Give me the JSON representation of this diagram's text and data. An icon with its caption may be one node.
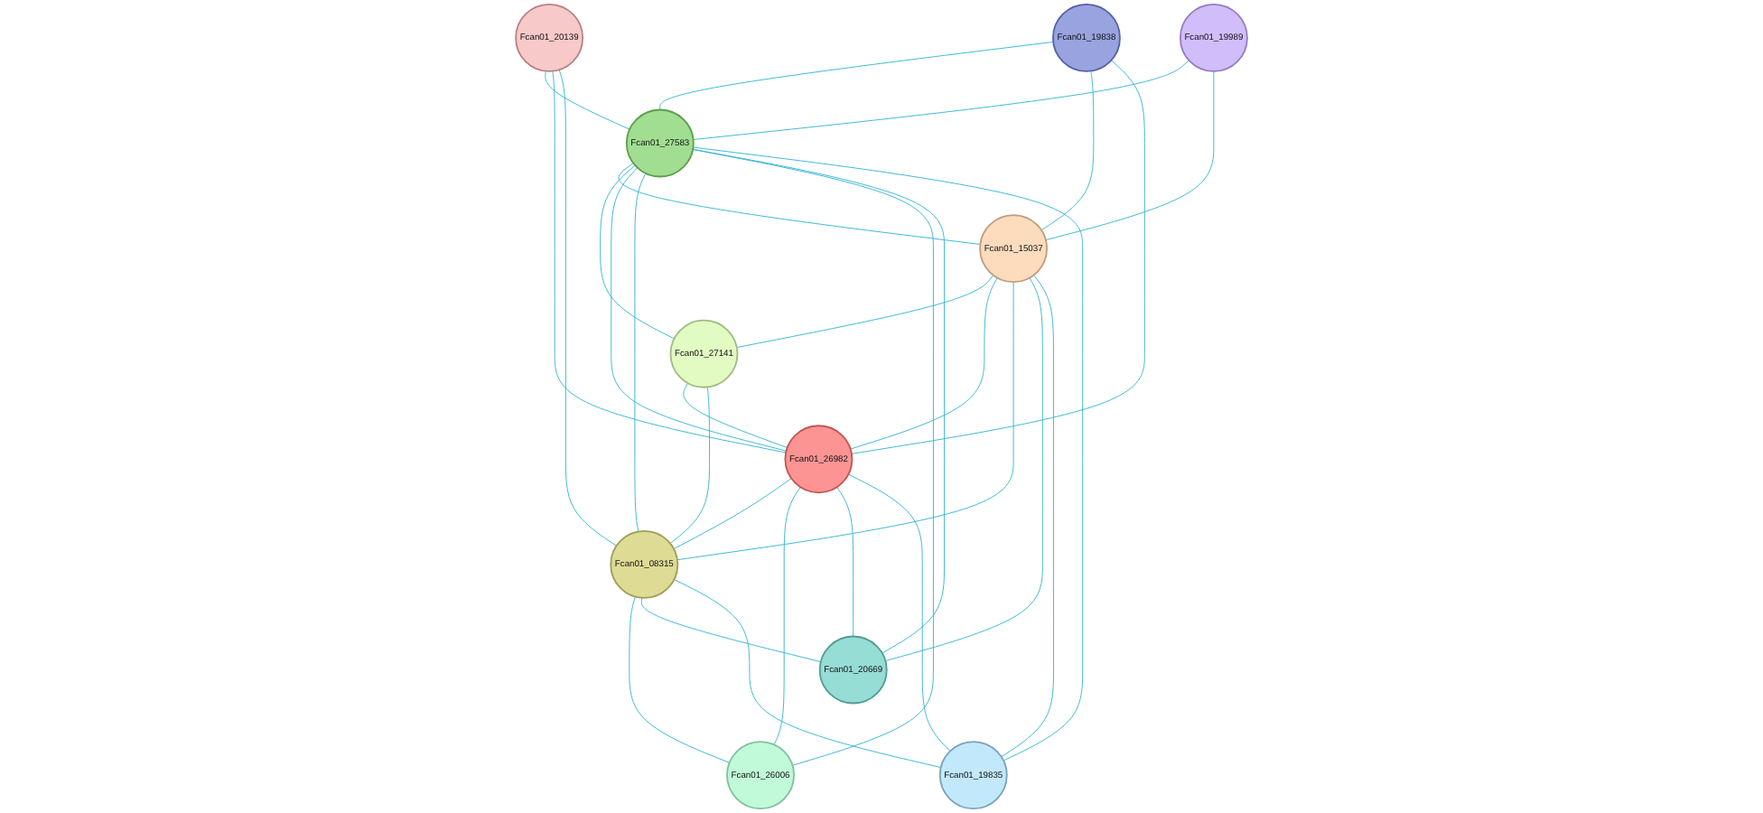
{
  "diagram": {
    "nodes": [
      {
        "text": [
          "Fcan01_19838"
        ]
      },
      {
        "text": [
          "Fcan01_19989"
        ]
      },
      {
        "text": [
          "Fcan01_20139"
        ]
      },
      {
        "text": [
          "Fcan01_27583"
        ]
      },
      {
        "text": [
          "Fcan01_15037"
        ]
      },
      {
        "text": [
          "Fcan01_27141"
        ]
      },
      {
        "text": [
          "Fcan01_26982"
        ]
      },
      {
        "text": [
          "Fcan01_08315"
        ]
      },
      {
        "text": [
          "Fcan01_26006"
        ]
      },
      {
        "text": [
          "Fcan01_20669"
        ]
      },
      {
        "text": [
          "Fcan01_19835"
        ]
      }
    ],
    "edges": [
      {
        "from": 0,
        "to": 3,
        "arrow": "none"
      },
      {
        "from": 0,
        "to": 4,
        "arrow": "none"
      },
      {
        "from": 0,
        "to": 6,
        "arrow": "none"
      },
      {
        "from": 1,
        "to": 3,
        "arrow": "none"
      },
      {
        "from": 1,
        "to": 4,
        "arrow": "none"
      },
      {
        "from": 2,
        "to": 3,
        "arrow": "none"
      },
      {
        "from": 2,
        "to": 6,
        "arrow": "none"
      },
      {
        "from": 2,
        "to": 7,
        "arrow": "none"
      },
      {
        "from": 3,
        "to": 4,
        "arrow": "none"
      },
      {
        "from": 3,
        "to": 5,
        "arrow": "none"
      },
      {
        "from": 3,
        "to": 6,
        "arrow": "none"
      },
      {
        "from": 3,
        "to": 7,
        "arrow": "none"
      },
      {
        "from": 3,
        "to": 8,
        "arrow": "none"
      },
      {
        "from": 3,
        "to": 9,
        "arrow": "none"
      },
      {
        "from": 3,
        "to": 10,
        "arrow": "none"
      },
      {
        "from": 4,
        "to": 5,
        "arrow": "none"
      },
      {
        "from": 4,
        "to": 6,
        "arrow": "none"
      },
      {
        "from": 4,
        "to": 7,
        "arrow": "none"
      },
      {
        "from": 4,
        "to": 9,
        "arrow": "none"
      },
      {
        "from": 4,
        "to": 10,
        "arrow": "none"
      },
      {
        "from": 5,
        "to": 6,
        "arrow": "none"
      },
      {
        "from": 5,
        "to": 7,
        "arrow": "none"
      },
      {
        "from": 6,
        "to": 7,
        "arrow": "none"
      },
      {
        "from": 6,
        "to": 8,
        "arrow": "none"
      },
      {
        "from": 6,
        "to": 9,
        "arrow": "none"
      },
      {
        "from": 6,
        "to": 10,
        "arrow": "none"
      },
      {
        "from": 7,
        "to": 8,
        "arrow": "none"
      },
      {
        "from": 7,
        "to": 9,
        "arrow": "none"
      },
      {
        "from": 7,
        "to": 10,
        "arrow": "none"
      }
    ]
  }
}
